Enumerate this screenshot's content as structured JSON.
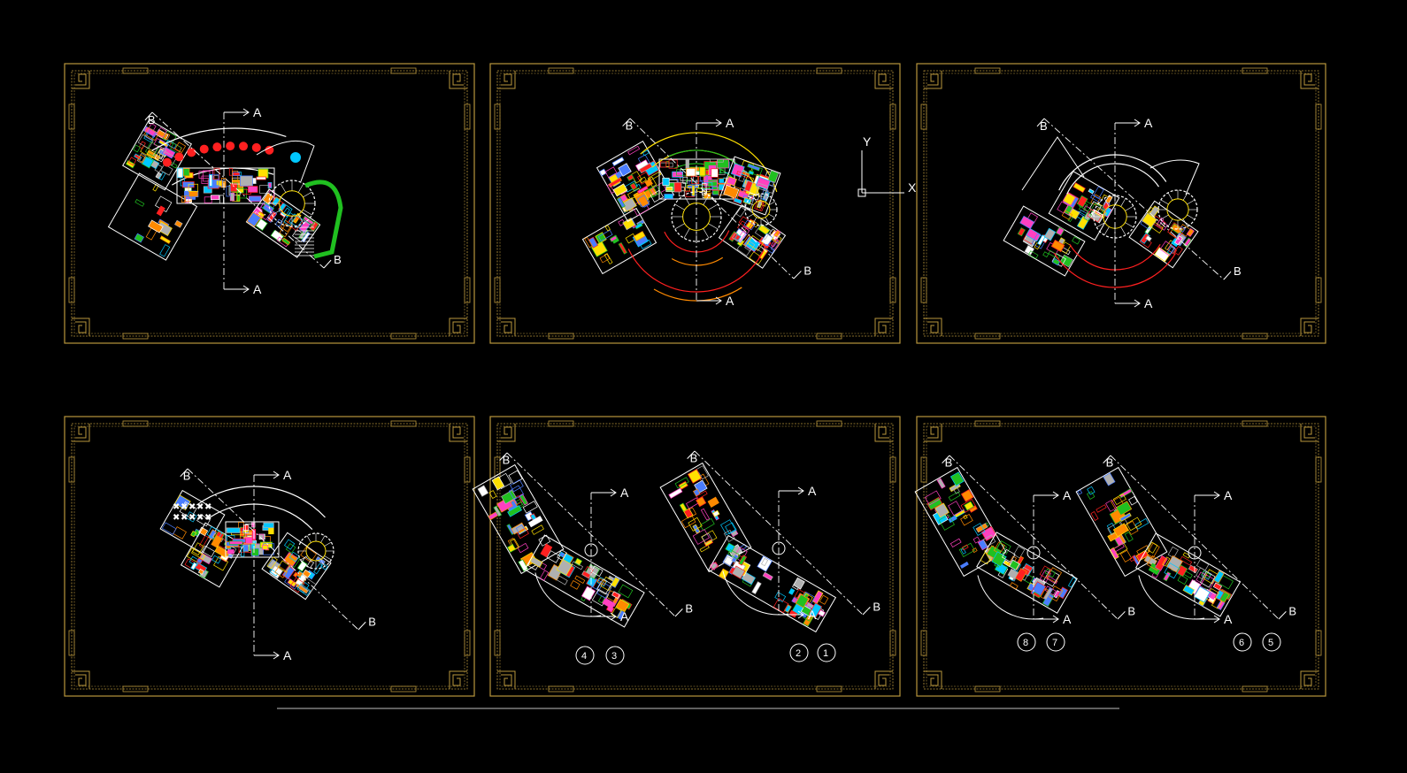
{
  "section_marks": {
    "a": "A",
    "b": "B"
  },
  "ucs": {
    "y_label": "Y",
    "x_label": "X"
  },
  "sheet_numbers": {
    "sheet5": [
      "4",
      "3",
      "2",
      "1"
    ],
    "sheet6": [
      "8",
      "7",
      "6",
      "5"
    ]
  },
  "colors": {
    "background": "#000000",
    "frame": "#b8963c",
    "lines": "#ffffff",
    "walls_red": "#ff2020",
    "accent_yellow": "#ffe000",
    "accent_green": "#20c020",
    "accent_cyan": "#00c8ff",
    "accent_orange": "#ff8a00",
    "accent_blue": "#4a7dff",
    "accent_magenta": "#ff40c0"
  },
  "icons": [
    "section-arrow-icon",
    "ucs-icon",
    "sheet-number-circle-icon"
  ]
}
